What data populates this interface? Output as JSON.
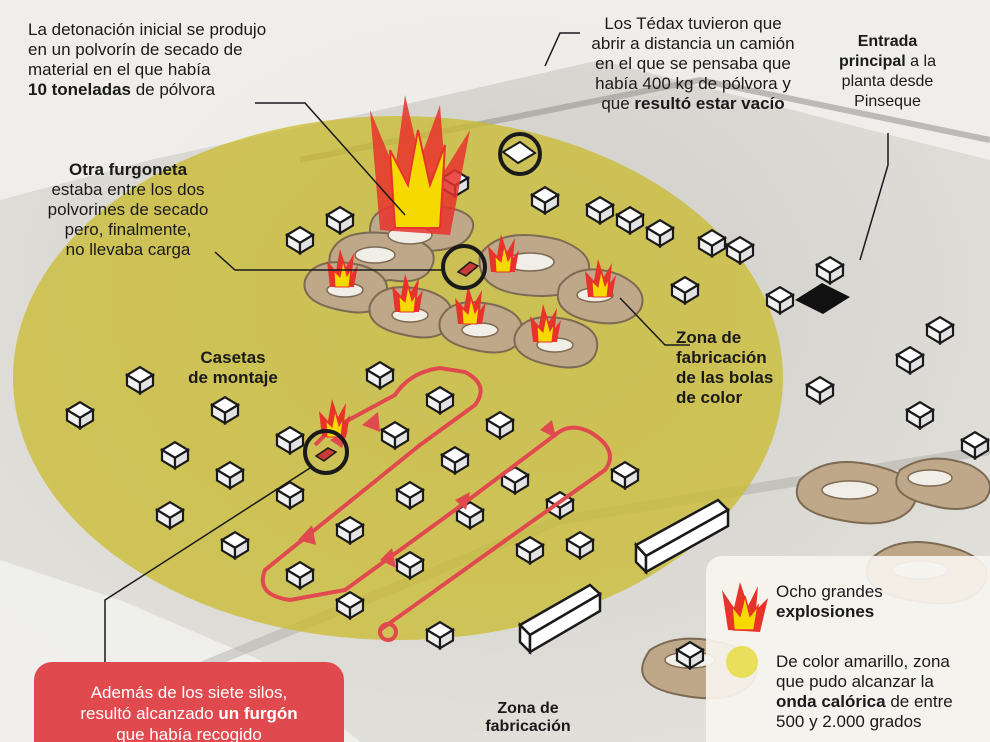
{
  "annotations": {
    "detonacion": {
      "line1": "La detonación inicial se produjo",
      "line2": "en un polvorín de secado de",
      "line3": "material en el que había",
      "bold": "10 toneladas",
      "tail": " de pólvora"
    },
    "tedax": {
      "line1": "Los Tédax tuvieron que",
      "line2": "abrir a distancia un camión",
      "line3": "en el que se pensaba que",
      "line4": "había 400 kg de pólvora y",
      "pre": "que ",
      "bold": "resultó estar vacío"
    },
    "entrada": {
      "bold1": "Entrada",
      "bold2": "principal",
      "tail2": " a la",
      "line3": "planta desde",
      "line4": "Pinseque"
    },
    "furgoneta": {
      "bold": "Otra furgoneta",
      "line2": "estaba entre los dos",
      "line3": "polvorines de secado",
      "line4": "pero, finalmente,",
      "line5": "no llevaba carga"
    },
    "casetas": {
      "line1": "Casetas",
      "line2": "de montaje"
    },
    "zona_bolas": {
      "line1": "Zona de",
      "line2": "fabricación",
      "line3": "de las bolas",
      "line4": "de color"
    },
    "zona_bottom": {
      "line1": "Zona de",
      "line2": "fabricación"
    },
    "silos": {
      "line1": "Además de los siete silos,",
      "pre2": "resultó alcanzado ",
      "bold2": "un furgón",
      "line3": "que había recogido"
    }
  },
  "legend": {
    "explosion_line1": "Ocho grandes",
    "explosion_bold": "explosiones",
    "zone_line1": "De color amarillo, zona",
    "zone_line2": "que pudo alcanzar la",
    "zone_bold": "onda calórica",
    "zone_tail": " de entre",
    "zone_line4": "500 y 2.000 grados"
  },
  "colors": {
    "zone_yellow": "#c9bb2e",
    "route_red": "#e0494e",
    "flame_red": "#e8332b",
    "flame_yellow": "#f5d900",
    "silo_tan": "#bfa88a"
  }
}
